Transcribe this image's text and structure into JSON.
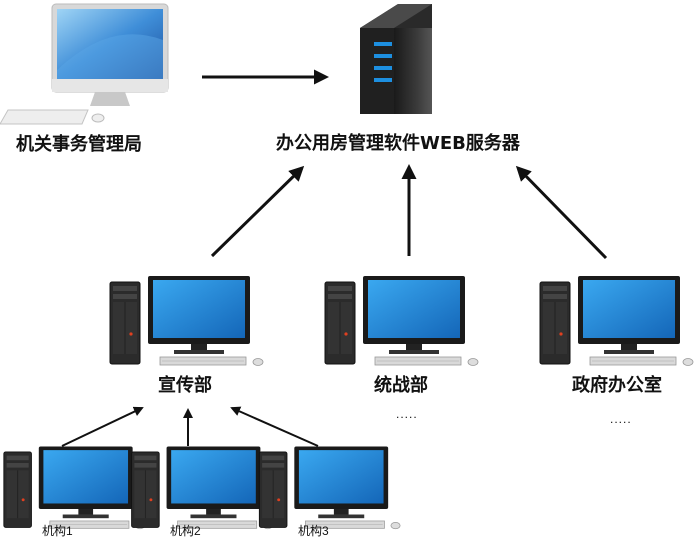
{
  "nodes": {
    "admin_bureau": "机关事务管理局",
    "web_server": "办公用房管理软件WEB服务器",
    "propaganda_dept": "宣传部",
    "united_front_dept": "统战部",
    "government_office": "政府办公室",
    "org1": "机构1",
    "org2": "机构2",
    "org3": "机构3"
  },
  "ellipsis": {
    "united_front": ".....",
    "government_office": "....."
  },
  "colors": {
    "arrow": "#111111",
    "screen_blue": "#1e88d6",
    "monitor_black": "#1a1a1a",
    "tower_dark": "#2b2b2b"
  }
}
